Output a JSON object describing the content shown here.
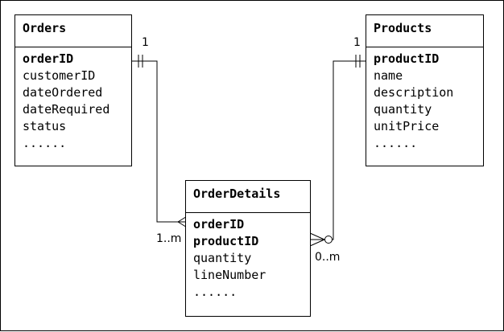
{
  "entities": {
    "orders": {
      "title": "Orders",
      "attributes": [
        {
          "name": "orderID",
          "key": true
        },
        {
          "name": "customerID",
          "key": false
        },
        {
          "name": "dateOrdered",
          "key": false
        },
        {
          "name": "dateRequired",
          "key": false
        },
        {
          "name": "status",
          "key": false
        },
        {
          "name": "......",
          "key": false
        }
      ]
    },
    "products": {
      "title": "Products",
      "attributes": [
        {
          "name": "productID",
          "key": true
        },
        {
          "name": "name",
          "key": false
        },
        {
          "name": "description",
          "key": false
        },
        {
          "name": "quantity",
          "key": false
        },
        {
          "name": "unitPrice",
          "key": false
        },
        {
          "name": "......",
          "key": false
        }
      ]
    },
    "orderdetails": {
      "title": "OrderDetails",
      "attributes": [
        {
          "name": "orderID",
          "key": true
        },
        {
          "name": "productID",
          "key": true
        },
        {
          "name": "quantity",
          "key": false
        },
        {
          "name": "lineNumber",
          "key": false
        },
        {
          "name": "......",
          "key": false
        }
      ]
    }
  },
  "cardinalities": {
    "orders_one": "1",
    "orderdetails_many_left": "1..m",
    "products_one": "1",
    "orderdetails_many_right": "0..m"
  },
  "colors": {
    "line": "#000000",
    "background": "#ffffff"
  }
}
